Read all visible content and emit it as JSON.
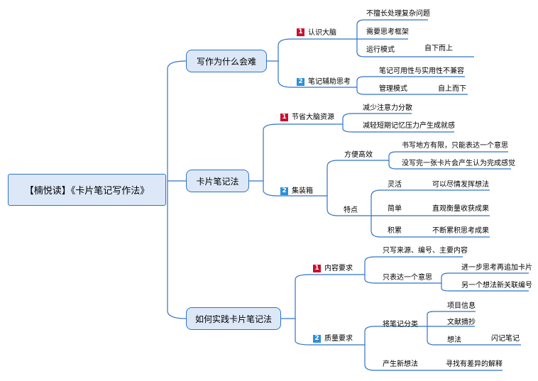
{
  "root": "【楠悦读】《卡片笔记写作法》",
  "colors": {
    "line": "#2f73c7",
    "box_fill": "#dce8f8",
    "badge_red": "#c8102e",
    "badge_blue": "#2c8fd6"
  },
  "branches": [
    {
      "label": "写作为什么会难",
      "children": [
        {
          "badge": "1",
          "label": "认识大脑",
          "children": [
            "不擅长处理复杂问题",
            "需要思考框架",
            {
              "label": "运行模式",
              "child": "自下而上"
            }
          ]
        },
        {
          "badge": "2",
          "label": "笔记辅助思考",
          "children": [
            "笔记可用性与实用性不兼容",
            {
              "label": "管理模式",
              "child": "自上而下"
            }
          ]
        }
      ]
    },
    {
      "label": "卡片笔记法",
      "children": [
        {
          "badge": "1",
          "label": "节省大脑资源",
          "children": [
            "减少注意力分散",
            "减轻短期记忆压力产生成就感"
          ]
        },
        {
          "badge": "2",
          "label": "集装箱",
          "children": [
            {
              "label": "方便高效",
              "children": [
                "书写地方有限，只能表达一个意思",
                "没写完一张卡片会产生认为完成感觉"
              ]
            },
            {
              "label": "特点",
              "children": [
                {
                  "label": "灵活",
                  "child": "可以尽情发挥想法"
                },
                {
                  "label": "简单",
                  "child": "直观衡量收获成果"
                },
                {
                  "label": "积累",
                  "child": "不断累积思考成果"
                }
              ]
            }
          ]
        }
      ]
    },
    {
      "label": "如何实践卡片笔记法",
      "children": [
        {
          "badge": "1",
          "label": "内容要求",
          "children": [
            "只写来源、编号、主要内容",
            {
              "label": "只表达一个意思",
              "children": [
                "进一步思考再追加卡片",
                "另一个想法新关联编号"
              ]
            }
          ]
        },
        {
          "badge": "2",
          "label": "质量要求",
          "children": [
            {
              "label": "将笔记分类",
              "children": [
                "项目信息",
                "文献摘抄",
                {
                  "label": "想法",
                  "child": "闪记笔记"
                }
              ]
            },
            {
              "label": "产生新想法",
              "child": "寻找有差异的解释"
            }
          ]
        }
      ]
    }
  ]
}
